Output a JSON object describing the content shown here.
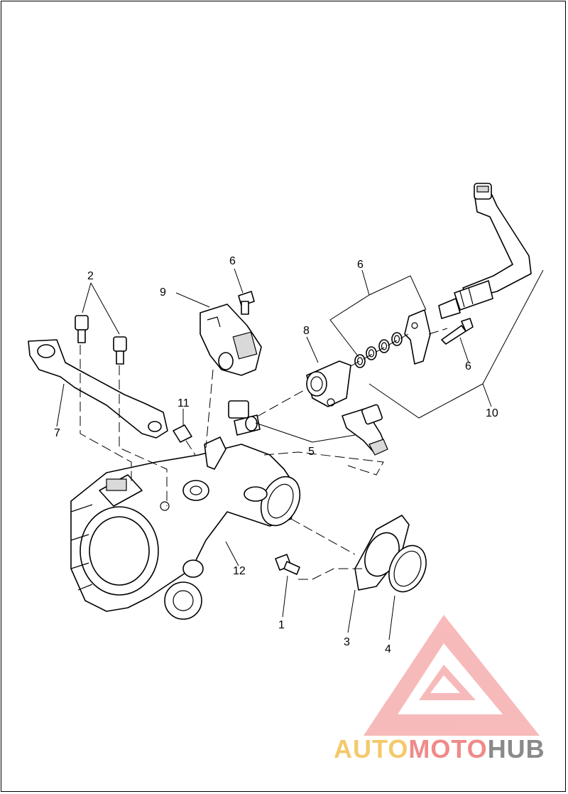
{
  "callouts": [
    {
      "id": "c1",
      "label": "1"
    },
    {
      "id": "c2",
      "label": "2"
    },
    {
      "id": "c3",
      "label": "3"
    },
    {
      "id": "c4",
      "label": "4"
    },
    {
      "id": "c5",
      "label": "5"
    },
    {
      "id": "c6a",
      "label": "6"
    },
    {
      "id": "c6b",
      "label": "6"
    },
    {
      "id": "c6c",
      "label": "6"
    },
    {
      "id": "c7",
      "label": "7"
    },
    {
      "id": "c8",
      "label": "8"
    },
    {
      "id": "c9",
      "label": "9"
    },
    {
      "id": "c10",
      "label": "10"
    },
    {
      "id": "c11",
      "label": "11"
    },
    {
      "id": "c12",
      "label": "12"
    }
  ],
  "watermark": {
    "part1": "AUTO",
    "part2": "MOTO",
    "part3": "HUB",
    "color_auto": "#f5c96a",
    "color_moto": "#f08a8a",
    "color_hub": "#8a8a8a",
    "logo_color": "#f08a8a"
  }
}
